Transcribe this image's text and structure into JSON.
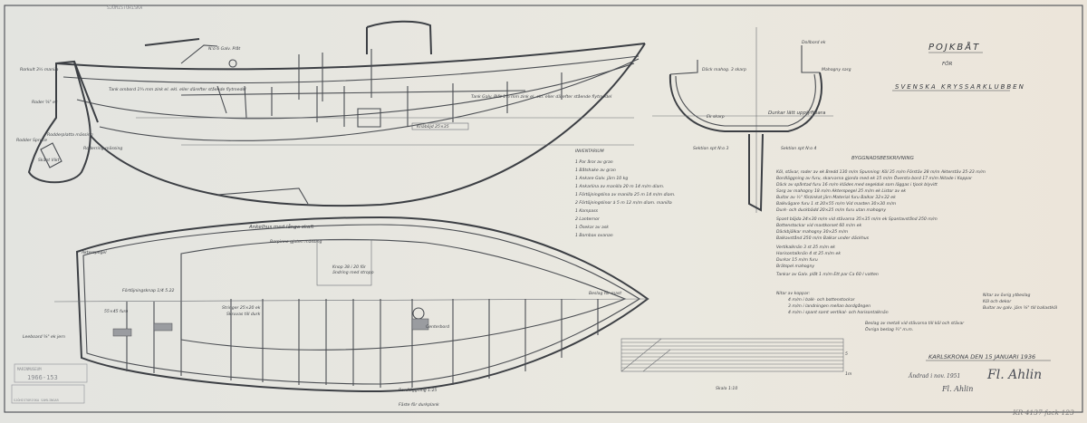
{
  "title": {
    "line1": "POJKBÅT",
    "line2": "FÖR",
    "line3": "SVENSKA KRYSSARKLUBBEN"
  },
  "profile_labels": {
    "rudder_head": "Rorkult 3½ manila",
    "rudder_bolt": "Roder ⅝\" ek",
    "rudder_blade": "Rodder Spruce",
    "rudder_plate": "Rodderplatta mässing",
    "rudder_sheet": "Skänt Vikt",
    "rudder_ring": "Roderring mässing",
    "mast_step": "N:o 6 Galv. Plåt",
    "tank_aft": "Tank ombord 1¾ mm zink el. ekl. eller därefter stående flytmedel",
    "tank_fwd": "Tank Galv. Plåt 1¾ mm zink el. ekl. eller därefter stående flytmedel",
    "knee": "Knäböjd 25×35"
  },
  "plan_labels": {
    "heading": "Ankelhus med långa skaft",
    "fore": "Förtöjningsknap 1/4 5.22",
    "frame": "55×45 furu",
    "stringer": "Stringer 25×20 ek",
    "stringer2": "Skruvas till durk",
    "leeboard": "Leeboard ⅝\" ek jern",
    "stern": "Akterspegel",
    "hatch": "Rorpinne gjuten mässing",
    "fwd1": "Knop 38 i 20 för",
    "fwd2": "ändring med stropp",
    "centerboard": "Centerbord",
    "bow_fitting": "Beslag för mast",
    "bottom_note": "Bordläggning 1:25",
    "bottom_note2": "Fäste för durkplank"
  },
  "sections": {
    "label3": "Sektion spt N:o 3",
    "label4": "Sektion spt N:o 4",
    "waterline": "Durkar lätt upplyftbara",
    "note1": "Däck mahog. 3 skarp",
    "note2": "Dollbord ek",
    "note3": "Mahogny sarg",
    "note4": "Ek skarp"
  },
  "inventory": {
    "heading": "INVENTARIUM",
    "items": [
      "1 Par åror av gran",
      "1 Båtshake av gran",
      "1 Ankare Galv. järn 10 kg",
      "1 Ankarlina av manilla  20 m  14 m/m diam.",
      "1 Förtöjningslina av manilla  25 m  14 m/m diam.",
      "2 Förtöjningslinor à 5 m  12 m/m diam. manilla",
      "1 Kompass",
      "2 Lanternor",
      "1 Ösekar av ask",
      "1 Bombax ovanan"
    ]
  },
  "spec": {
    "heading": "BYGGNADSBESKRIVNING",
    "lines": [
      "Köl, stävar, roder av ek   Bredd 130 m/m   Spunning: Köl 35 m/m Förstäv 28 m/m Akterstäv 25-23 m/m",
      "Bordläggning av furu, skarvarna gjorda med ek 15 m/m   Översta bord 17 m/m   Nitade i Koppar",
      "Däck av spåntad furu 16 m/m klädes med segelduk som läggas i tjock blyvitt",
      "Sarg av mahogny 18 m/m   Akterspegel 25 m/m ek   Listor av ek",
      "Bultar av ½\" förzinkat järn   Material furu   Balkar 32×32 ek",
      "Balkvägare furu 1 st 20×55 m/m   Vid masten 30×30 m/m",
      "Durk- och duckbädd 20×25 m/m furu utan mahogny",
      "Spant böjda 24×30 m/m vid stävarna 35×35 m/m ek   Spantavstånd 250 m/m",
      "Bottenstockar vid mastkorset 60 m/m ek",
      "Däckbjälkar mahogny 30×25 m/m",
      "Balkavstånd 250 m/m   Balkar under däckhus",
      "Vertikalknän 3 st 25 m/m ek",
      "Horisontalknän 4 st 25 m/m ek",
      "Durkar 15 m/m furu",
      "Brätspel mahogny",
      "Tankar av Galv. plåt 1 m/m   Ett par Ca 60 l vatten",
      "Nitar av koppar:",
      "4 m/m i balk- och bottenstockar",
      "3 m/m i landningen mellan bordgången",
      "4 m/m i spant samt vertikal- och horisontalknän",
      "Nitar av övrig ytbeslag",
      "Köl och dekor",
      "Bultar av galv. järn ⅝\" till ballastköl",
      "Beslag av metall vid stävarna till köl och stävar",
      "Övriga beslag ¼\" m.m."
    ]
  },
  "scale": {
    "label": "Skala 1:10",
    "end_label": "1m",
    "top_label": "5"
  },
  "footer": {
    "place_date": "KARLSKRONA DEN 15 JANUARI 1936",
    "amended": "Ändrad i nov. 1951",
    "signature": "Fl. Ahlin",
    "signature2": "Fl. Ahlin",
    "archive_ref": "KR 4137 fack 123"
  },
  "stamp": {
    "line1": "MARINMUSEUM",
    "number": "1966-153",
    "line3": "SJÖHISTORISKA SAMLINGAR"
  },
  "top_note": "SJÖHISTORISKA"
}
